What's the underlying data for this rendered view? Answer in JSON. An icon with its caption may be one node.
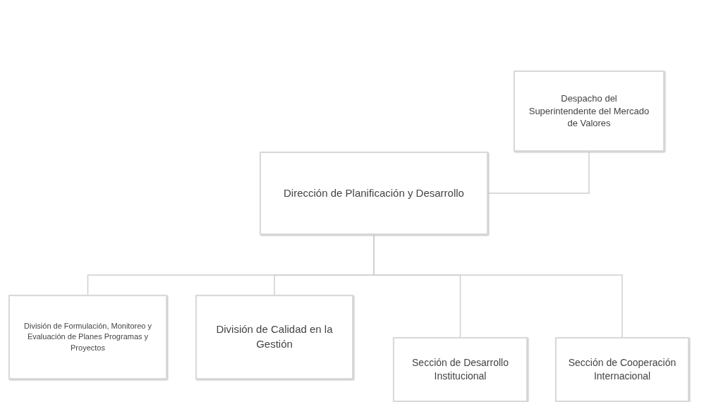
{
  "diagram": {
    "nodes": [
      {
        "text": [
          "Despacho del Superintendente del Mercado de Valores"
        ]
      },
      {
        "text": [
          "Dirección de Planificación y Desarrollo"
        ]
      },
      {
        "text": [
          "División de Formulación, Monitoreo y Evaluación de Planes Programas y Proyectos"
        ]
      },
      {
        "text": [
          "División de Calidad en la Gestión"
        ]
      },
      {
        "text": [
          "Sección de Desarrollo Institucional"
        ]
      },
      {
        "text": [
          "Sección de Cooperación Internacional"
        ]
      }
    ],
    "edges": [
      {
        "from": 0,
        "to": 1,
        "arrow": "none"
      },
      {
        "from": 1,
        "to": 2,
        "arrow": "none"
      },
      {
        "from": 1,
        "to": 3,
        "arrow": "none"
      },
      {
        "from": 1,
        "to": 4,
        "arrow": "none"
      },
      {
        "from": 1,
        "to": 5,
        "arrow": "none"
      }
    ]
  }
}
